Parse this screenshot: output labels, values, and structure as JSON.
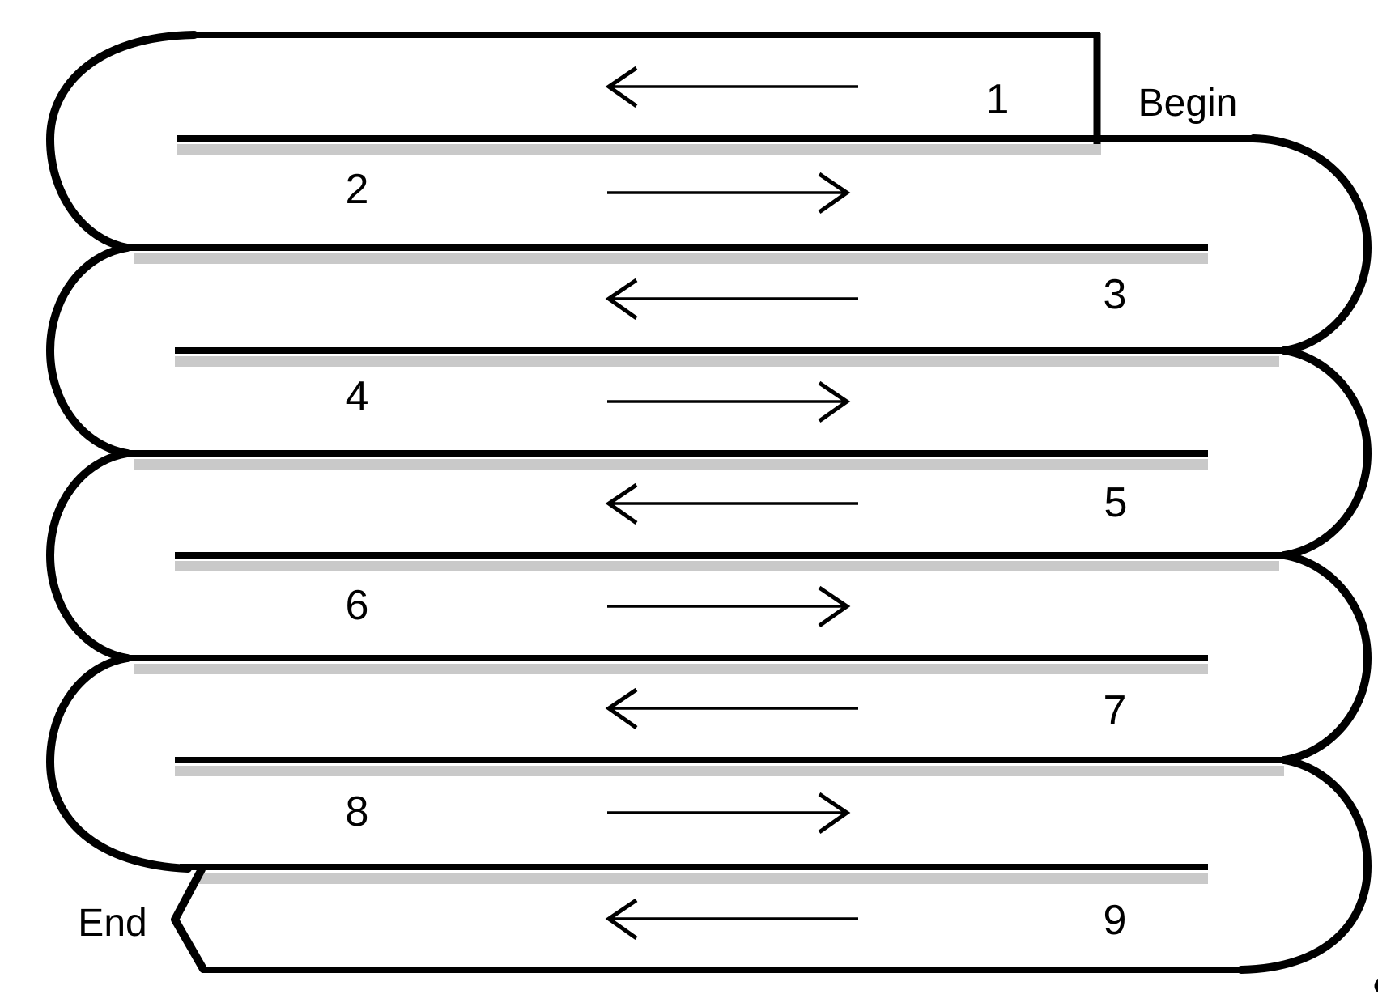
{
  "diagram": {
    "begin_label": "Begin",
    "end_label": "End",
    "rows": [
      {
        "number": "1",
        "direction": "left"
      },
      {
        "number": "2",
        "direction": "right"
      },
      {
        "number": "3",
        "direction": "left"
      },
      {
        "number": "4",
        "direction": "right"
      },
      {
        "number": "5",
        "direction": "left"
      },
      {
        "number": "6",
        "direction": "right"
      },
      {
        "number": "7",
        "direction": "left"
      },
      {
        "number": "8",
        "direction": "right"
      },
      {
        "number": "9",
        "direction": "left"
      }
    ],
    "colors": {
      "line": "#000000",
      "shadow": "#c9c9c9",
      "background": "#ffffff",
      "text": "#000000"
    }
  }
}
